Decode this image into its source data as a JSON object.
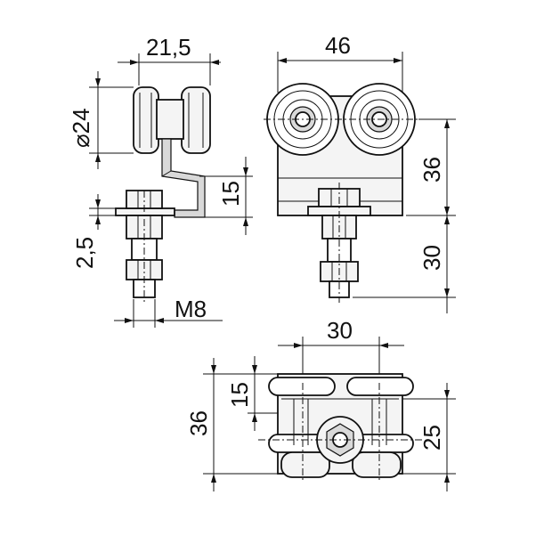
{
  "dimensions": {
    "side_width": "21,5",
    "roller_diameter": "⌀24",
    "bracket_height": "15",
    "washer_thickness": "2,5",
    "thread": "M8",
    "front_width": "46",
    "front_height_upper": "36",
    "front_height_lower": "30",
    "top_width": "30",
    "top_depth_left": "36",
    "top_inner": "15",
    "top_depth_right": "25"
  },
  "colors": {
    "line": "#111111",
    "fill": "#f4f4f4",
    "shade": "#d9d9d9"
  }
}
